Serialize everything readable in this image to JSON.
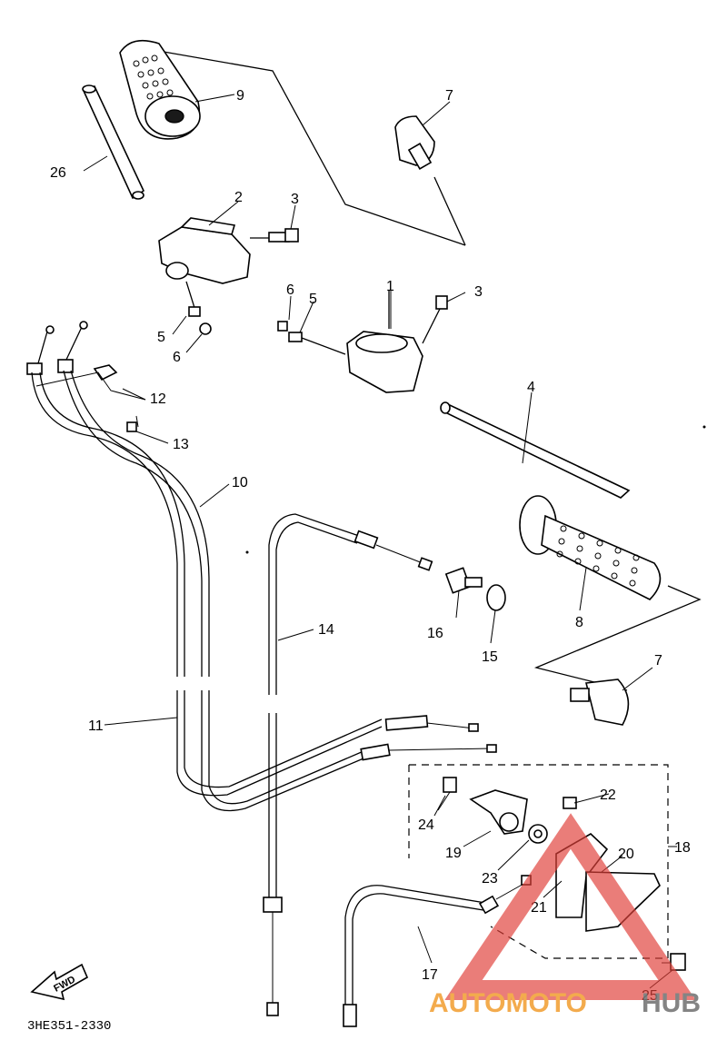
{
  "diagram_code": "3HE351-2330",
  "fwd_label": "FWD",
  "watermark": {
    "part1": "AUTOMOTO",
    "part2": "HUB",
    "accent": "#f2a33a",
    "triangle": "#e0403a",
    "gray": "#777777"
  },
  "callouts": [
    "1",
    "2",
    "3",
    "3",
    "4",
    "5",
    "5",
    "6",
    "6",
    "7",
    "7",
    "8",
    "9",
    "10",
    "11",
    "12",
    "13",
    "14",
    "15",
    "16",
    "17",
    "18",
    "19",
    "20",
    "21",
    "22",
    "23",
    "24",
    "25",
    "26"
  ]
}
